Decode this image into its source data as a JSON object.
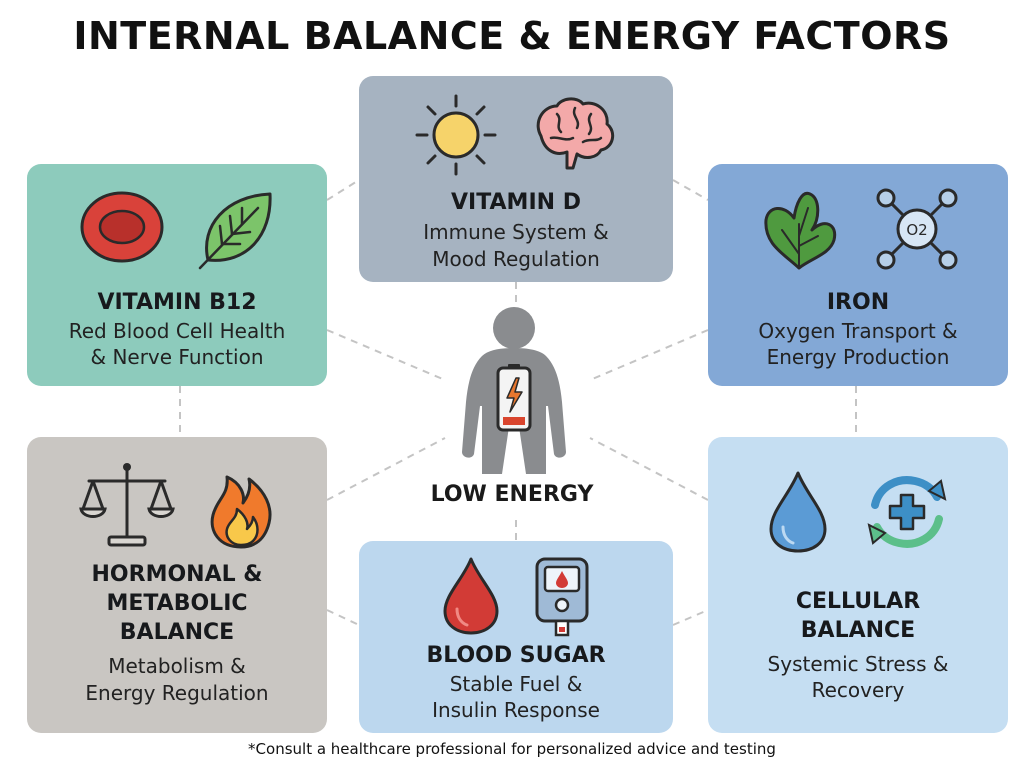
{
  "title": "INTERNAL BALANCE & ENERGY FACTORS",
  "center": {
    "label": "LOW ENERGY"
  },
  "cards": {
    "vitamin_d": {
      "heading": "VITAMIN D",
      "desc_line1": "Immune System &",
      "desc_line2": "Mood Regulation",
      "icons": [
        "sun-icon",
        "brain-icon"
      ]
    },
    "vitamin_b12": {
      "heading": "VITAMIN B12",
      "desc_line1": "Red Blood Cell Health",
      "desc_line2": "& Nerve Function",
      "icons": [
        "red-blood-cell-icon",
        "leaf-icon"
      ]
    },
    "iron": {
      "heading": "IRON",
      "desc_line1": "Oxygen Transport &",
      "desc_line2": "Energy Production",
      "icons": [
        "spinach-icon",
        "oxygen-molecule-icon"
      ],
      "molecule_label": "O2"
    },
    "hormonal": {
      "heading_line1": "HORMONAL &",
      "heading_line2": "METABOLIC",
      "heading_line3": "BALANCE",
      "desc_line1": "Metabolism &",
      "desc_line2": "Energy Regulation",
      "icons": [
        "balance-scale-icon",
        "flame-icon"
      ]
    },
    "blood_sugar": {
      "heading": "BLOOD SUGAR",
      "desc_line1": "Stable Fuel &",
      "desc_line2": "Insulin Response",
      "icons": [
        "blood-drop-icon",
        "glucose-meter-icon"
      ]
    },
    "cellular": {
      "heading_line1": "CELLULAR",
      "heading_line2": "BALANCE",
      "desc_line1": "Systemic Stress &",
      "desc_line2": "Recovery",
      "icons": [
        "water-drop-icon",
        "recovery-cycle-icon"
      ]
    }
  },
  "footnote": "*Consult a healthcare professional for personalized advice and testing",
  "colors": {
    "vitamin_d": "#a6b3c1",
    "vitamin_b12": "#8dcbbc",
    "iron": "#83a8d6",
    "hormonal": "#c9c6c2",
    "blood_sugar": "#bcd7ee",
    "cellular": "#c5def2",
    "human": "#8a8c8f",
    "battery_accent": "#d9452e"
  }
}
